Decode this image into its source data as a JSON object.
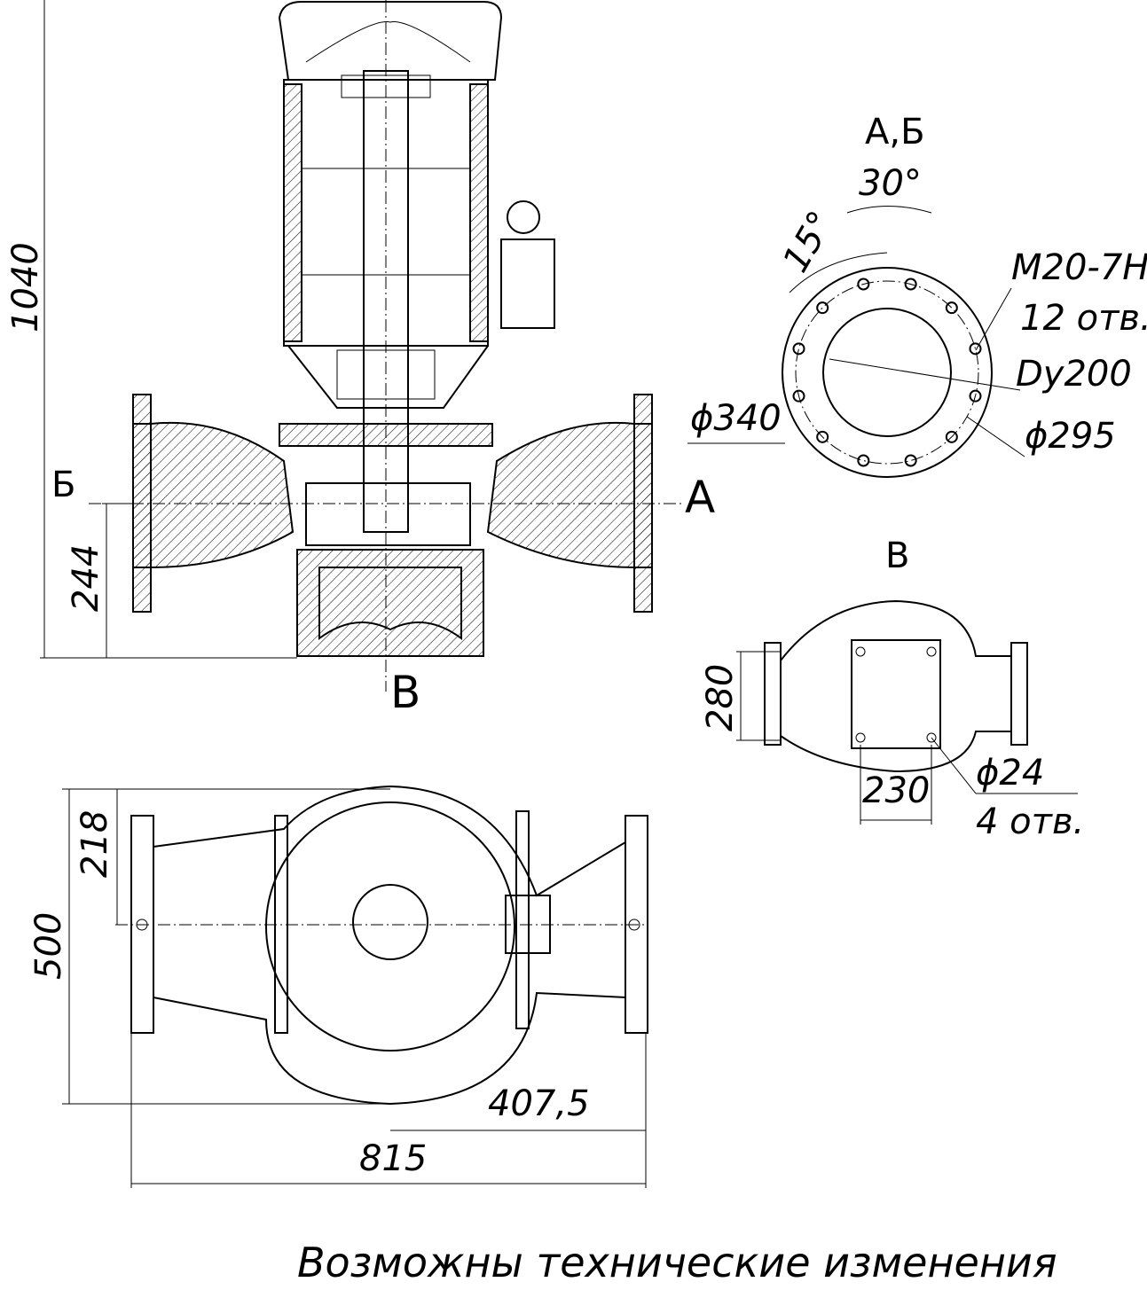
{
  "front_view": {
    "dim_total_height": "1040",
    "dim_axis_height": "244",
    "section_mark_b": "Б",
    "section_mark_a": "А",
    "view_mark_v": "В"
  },
  "flange_view": {
    "title": "А,Б",
    "angle_30": "30°",
    "angle_15": "15°",
    "thread": "M20-7H",
    "holes": "12 отв.",
    "nominal": "Dy200",
    "outer_diameter": "ϕ340",
    "bolt_circle": "ϕ295",
    "hole_count": 12
  },
  "base_view": {
    "title": "В",
    "dim_280": "280",
    "dim_230": "230",
    "hole_diameter": "ϕ24",
    "hole_count": "4 отв."
  },
  "top_view": {
    "dim_218": "218",
    "dim_500": "500",
    "dim_407": "407,5",
    "dim_815": "815"
  },
  "footer_note": "Возможны технические изменения"
}
